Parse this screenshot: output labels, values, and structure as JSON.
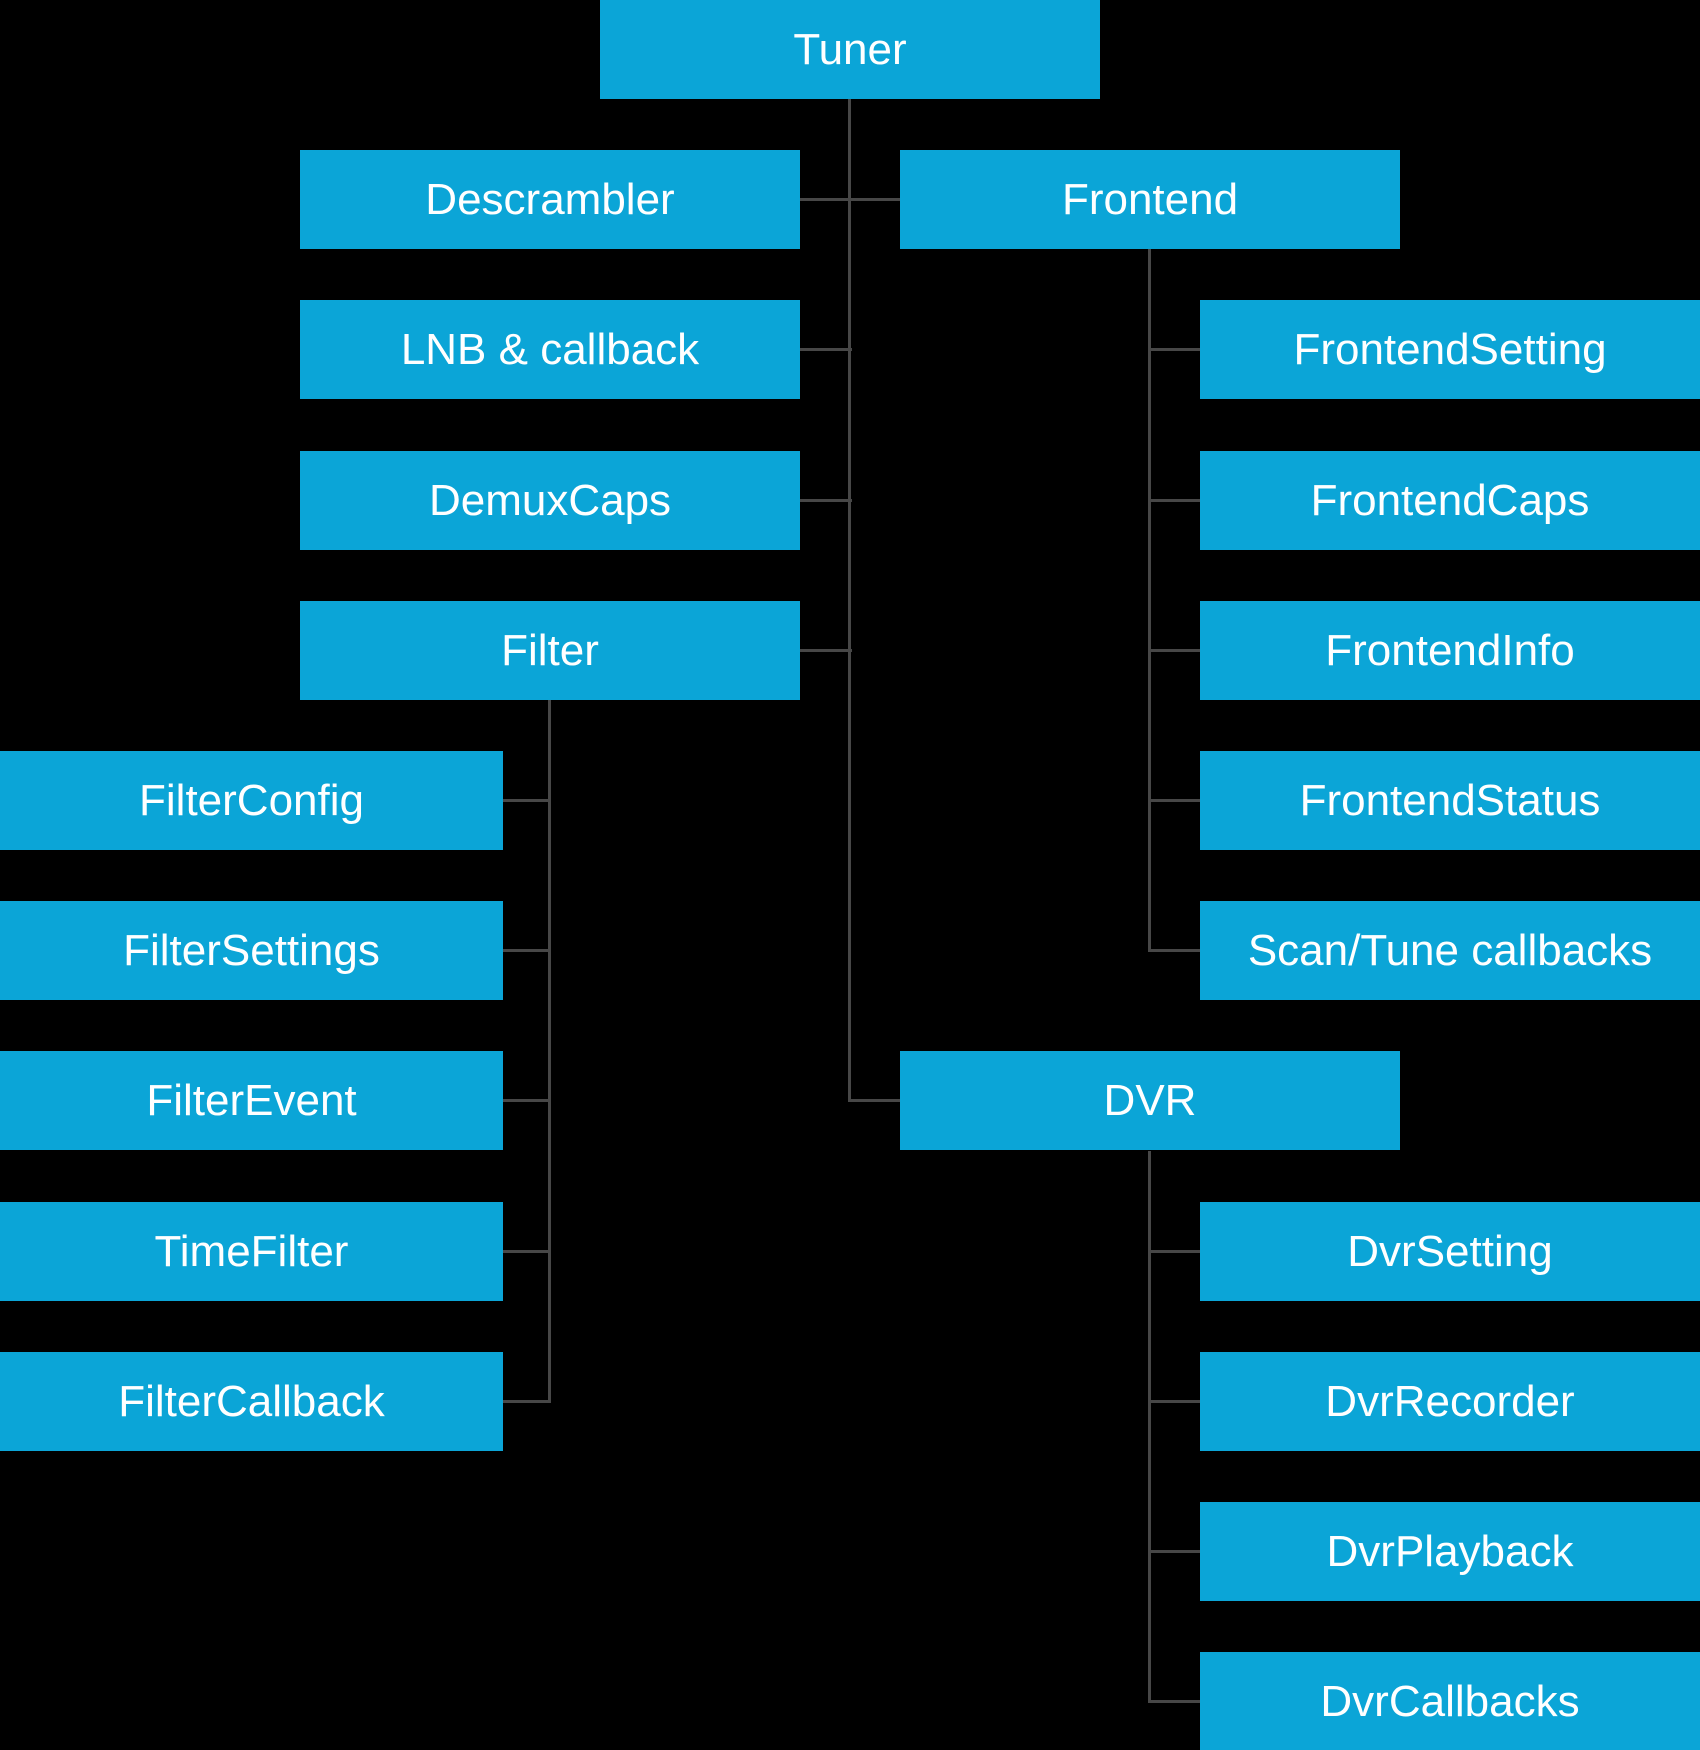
{
  "diagram_type": "tree",
  "colors": {
    "background": "#000000",
    "box_fill": "#0ba5d7",
    "box_text": "#ffffff",
    "connector_line": "#474747"
  },
  "nodes": {
    "tuner": "Tuner",
    "descrambler": "Descrambler",
    "lnb_callback": "LNB & callback",
    "demux_caps": "DemuxCaps",
    "filter": "Filter",
    "frontend": "Frontend",
    "dvr": "DVR",
    "filter_config": "FilterConfig",
    "filter_settings": "FilterSettings",
    "filter_event": "FilterEvent",
    "time_filter": "TimeFilter",
    "filter_callback": "FilterCallback",
    "frontend_setting": "FrontendSetting",
    "frontend_caps": "FrontendCaps",
    "frontend_info": "FrontendInfo",
    "frontend_status": "FrontendStatus",
    "scan_tune_callbacks": "Scan/Tune callbacks",
    "dvr_setting": "DvrSetting",
    "dvr_recorder": "DvrRecorder",
    "dvr_playback": "DvrPlayback",
    "dvr_callbacks": "DvrCallbacks"
  },
  "hierarchy": {
    "Tuner": [
      "Descrambler",
      "LNB & callback",
      "DemuxCaps",
      "Filter",
      "Frontend",
      "DVR"
    ],
    "Filter": [
      "FilterConfig",
      "FilterSettings",
      "FilterEvent",
      "TimeFilter",
      "FilterCallback"
    ],
    "Frontend": [
      "FrontendSetting",
      "FrontendCaps",
      "FrontendInfo",
      "FrontendStatus",
      "Scan/Tune callbacks"
    ],
    "DVR": [
      "DvrSetting",
      "DvrRecorder",
      "DvrPlayback",
      "DvrCallbacks"
    ]
  }
}
